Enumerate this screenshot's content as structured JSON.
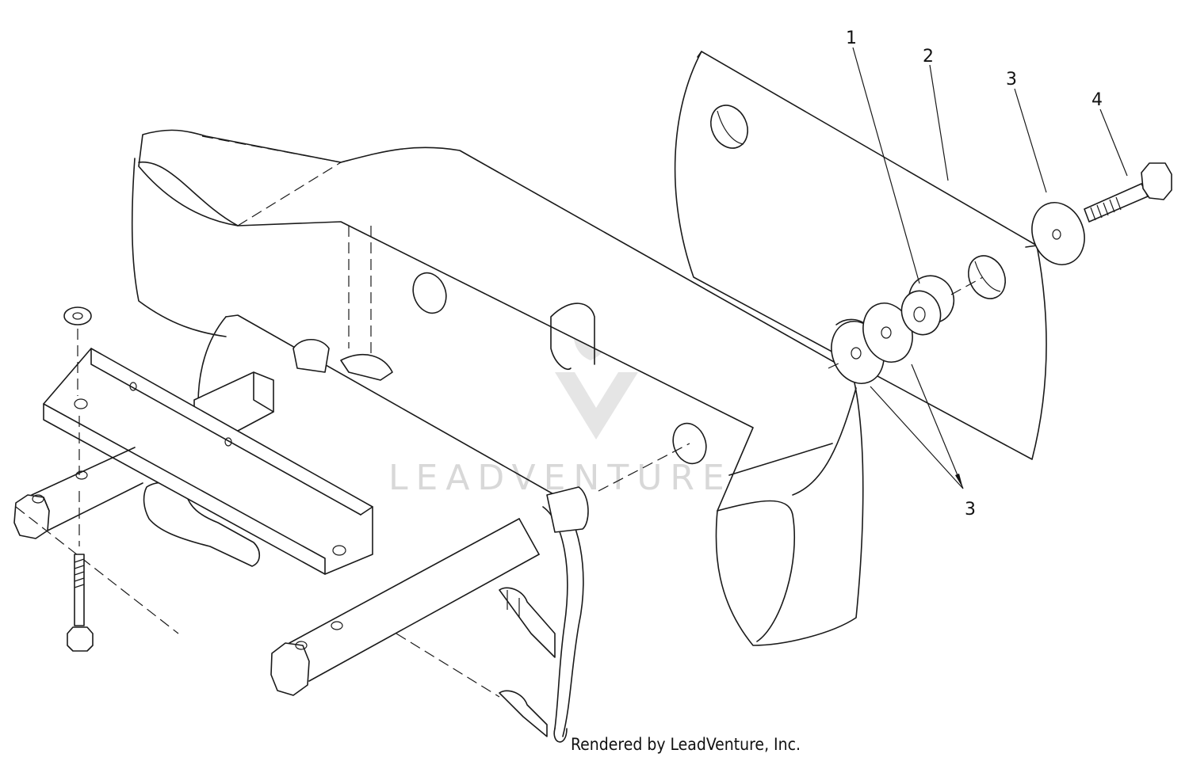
{
  "callouts": {
    "c1": "1",
    "c2": "2",
    "c3_top": "3",
    "c4": "4",
    "c3_bottom": "3"
  },
  "watermark": {
    "brand": "LEADVENTURE",
    "color": "#d8d8d8"
  },
  "credit": "Rendered by LeadVenture, Inc."
}
